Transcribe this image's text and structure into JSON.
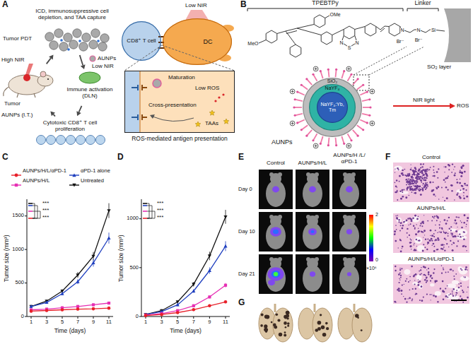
{
  "diagram": {
    "nodes": [
      {
        "text": [
          "ICD, immunosuppressive cell depletion, and TAA capture"
        ]
      },
      {
        "text": [
          "Immune activation (DLN)"
        ]
      },
      {
        "text": [
          "Cytotoxic CD8⁺ T cell proliferation"
        ]
      },
      {
        "text": [
          "Tumor"
        ]
      },
      {
        "text": [
          "CD8⁺ T cell"
        ]
      },
      {
        "text": [
          "DC"
        ]
      },
      {
        "text": [
          "Maturation",
          "Low ROS",
          "Cross-presentation",
          "TAAs",
          "ROS-mediated antigen presentation"
        ]
      },
      {
        "text": [
          "SiO₂"
        ]
      },
      {
        "text": [
          "NaYF₄"
        ],
        "in": 7
      },
      {
        "text": [
          "NaYF₄:Yb, Tm"
        ],
        "in": 8
      }
    ],
    "edges": [
      {
        "from": 3,
        "to": 0,
        "arrow": "to"
      },
      {
        "from": 0,
        "to": 1,
        "arrow": "to"
      },
      {
        "from": 1,
        "to": 2,
        "arrow": "to"
      },
      {
        "from": 2,
        "to": 3,
        "arrow": "to"
      }
    ],
    "labels": [
      "A",
      "Tumor PDT",
      "AUNPs",
      "Low NIR",
      "High NIR",
      "AUNPs (I.T.)",
      "Low NIR",
      "B",
      "TPEBTPy",
      "Linker",
      "OMe",
      "MeO",
      "N",
      "S",
      "N",
      "N",
      "Br⁻",
      "N",
      "Br⁻",
      "Si",
      "SO₂ layer",
      "NIR light",
      "ROS",
      "AUNPs",
      "C",
      "Tumor size (mm³)",
      "0",
      "500",
      "1000",
      "1500",
      "1",
      "3",
      "5",
      "7",
      "9",
      "11",
      "Time (days)",
      "***",
      "***",
      "***",
      "D",
      "Tumor size (mm³)",
      "0",
      "500",
      "1000",
      "1",
      "3",
      "5",
      "7",
      "9",
      "11",
      "Time (days)",
      "***",
      "***",
      "***",
      "E",
      "Control",
      "AUNPs/H/L",
      "AUNPs/H /L/αPD-1",
      "Day 0",
      "Day 10",
      "Day 21",
      "2",
      "0",
      "×10⁶",
      "F",
      "Control",
      "AUNPs/H/L",
      "AUNPs/H/L/αPD-1",
      "G"
    ],
    "legend": [
      {
        "text": "AUNPs/H/L/αPD-1",
        "color": "#e8202a"
      },
      {
        "text": "αPD-1 alone",
        "color": "#1f3fbf"
      },
      {
        "text": "AUNPs/H/L",
        "color": "#e62fb4"
      },
      {
        "text": "Untreated",
        "color": "#111111"
      }
    ]
  }
}
